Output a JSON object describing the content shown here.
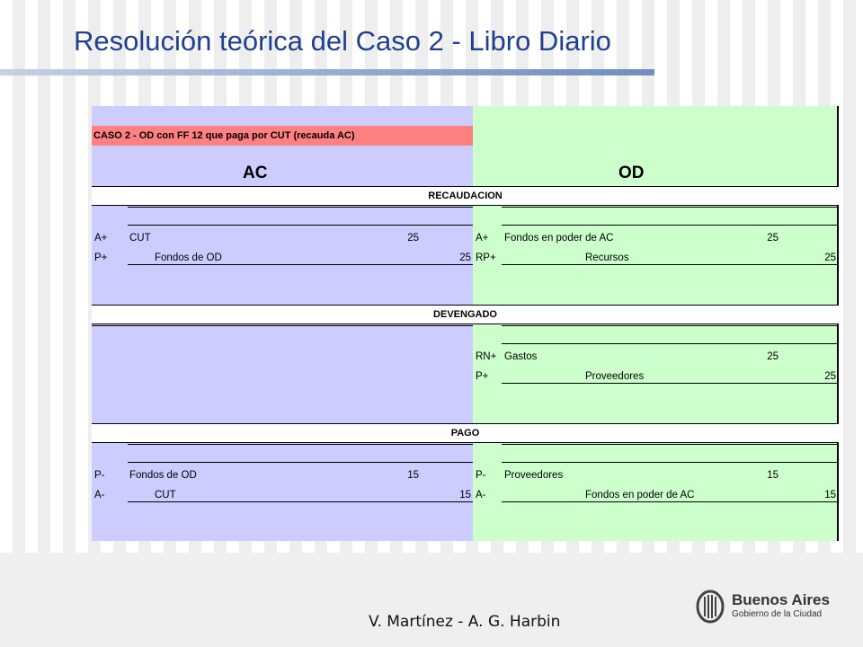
{
  "slide": {
    "title": "Resolución teórica del Caso 2 - Libro Diario",
    "footer": "V. Martínez - A. G. Harbin",
    "logo": {
      "icon": "buenos-aires-seal-icon",
      "name": "Buenos Aires",
      "subtitle": "Gobierno de la Ciudad"
    }
  },
  "sheet": {
    "case_title": "CASO 2 - OD con FF 12 que paga por CUT  (recauda AC)",
    "left_header": "AC",
    "right_header": "OD",
    "sections": {
      "recaudacion": {
        "label": "RECAUDACION",
        "ac": [
          {
            "sign": "A+",
            "account": "CUT",
            "debit": "25",
            "credit": ""
          },
          {
            "sign": "P+",
            "account": "Fondos de OD",
            "debit": "",
            "credit": "25"
          }
        ],
        "od": [
          {
            "sign": "A+",
            "account": "Fondos en poder de AC",
            "debit": "25",
            "credit": ""
          },
          {
            "sign": "RP+",
            "account": "Recursos",
            "debit": "",
            "credit": "25"
          }
        ]
      },
      "devengado": {
        "label": "DEVENGADO",
        "od": [
          {
            "sign": "RN+",
            "account": "Gastos",
            "debit": "25",
            "credit": ""
          },
          {
            "sign": "P+",
            "account": "Proveedores",
            "debit": "",
            "credit": "25"
          }
        ]
      },
      "pago": {
        "label": "PAGO",
        "ac": [
          {
            "sign": "P-",
            "account": "Fondos de OD",
            "debit": "15",
            "credit": ""
          },
          {
            "sign": "A-",
            "account": "CUT",
            "debit": "",
            "credit": "15"
          }
        ],
        "od": [
          {
            "sign": "P-",
            "account": "Proveedores",
            "debit": "15",
            "credit": ""
          },
          {
            "sign": "A-",
            "account": "Fondos en poder de AC",
            "debit": "",
            "credit": "15"
          }
        ]
      }
    }
  },
  "colors": {
    "title": "#1f3f8f",
    "ac_background": "#ccccff",
    "od_background": "#ccffcc",
    "case_title_background": "#ff8080"
  }
}
